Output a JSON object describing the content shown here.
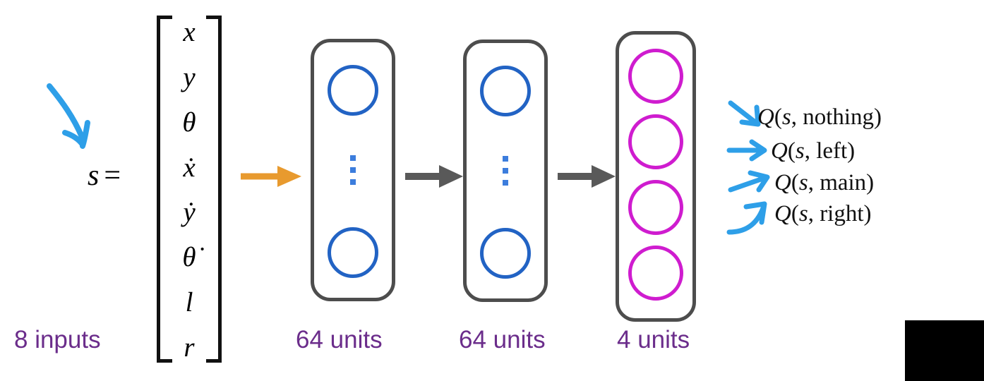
{
  "diagram": {
    "title": "Deep Q-Network architecture for Lunar Lander",
    "background_color": "#ffffff",
    "state_vector": {
      "symbol": "s",
      "equals": "=",
      "components": [
        "x",
        "y",
        "θ",
        "ẋ",
        "ẏ",
        "θ̇",
        "l",
        "r"
      ],
      "caption": "8 inputs",
      "caption_color": "#6b2d8b",
      "bracket_color": "#111111"
    },
    "input_arrow": {
      "name": "orange-input-arrow",
      "color": "#e89a2e",
      "direction": "right"
    },
    "annotation_arrow": {
      "name": "hand-drawn-blue-arrow",
      "color": "#2e9fe8",
      "direction": "down-right"
    },
    "layers": [
      {
        "id": "hidden-1",
        "caption": "64 units",
        "unit_color": "#2263c4",
        "border_color": "#4d4d4d",
        "units_shown": 2,
        "ellipsis": true,
        "ellipsis_color": "#3c7ddd"
      },
      {
        "id": "hidden-2",
        "caption": "64 units",
        "unit_color": "#2263c4",
        "border_color": "#4d4d4d",
        "units_shown": 2,
        "ellipsis": true,
        "ellipsis_color": "#3c7ddd"
      },
      {
        "id": "output",
        "caption": "4 units",
        "unit_color": "#cf1ccf",
        "border_color": "#4d4d4d",
        "units_shown": 4,
        "ellipsis": false
      }
    ],
    "layer_arrows": {
      "color": "#595959",
      "count": 2,
      "direction": "right"
    },
    "outputs": {
      "arrow_color": "#2e9fe8",
      "items": [
        {
          "q": "Q",
          "open": "(",
          "state": "s",
          "comma": ",",
          "action": "nothing",
          "close": ")",
          "text": "Q(s, nothing)"
        },
        {
          "q": "Q",
          "open": "(",
          "state": "s",
          "comma": ",",
          "action": "left",
          "close": ")",
          "text": "Q(s, left)"
        },
        {
          "q": "Q",
          "open": "(",
          "state": "s",
          "comma": ",",
          "action": "main",
          "close": ")",
          "text": "Q(s, main)"
        },
        {
          "q": "Q",
          "open": "(",
          "state": "s",
          "comma": ",",
          "action": "right",
          "close": ")",
          "text": "Q(s, right)"
        }
      ]
    },
    "overlay": {
      "name": "black-rectangle",
      "color": "#000000"
    }
  }
}
